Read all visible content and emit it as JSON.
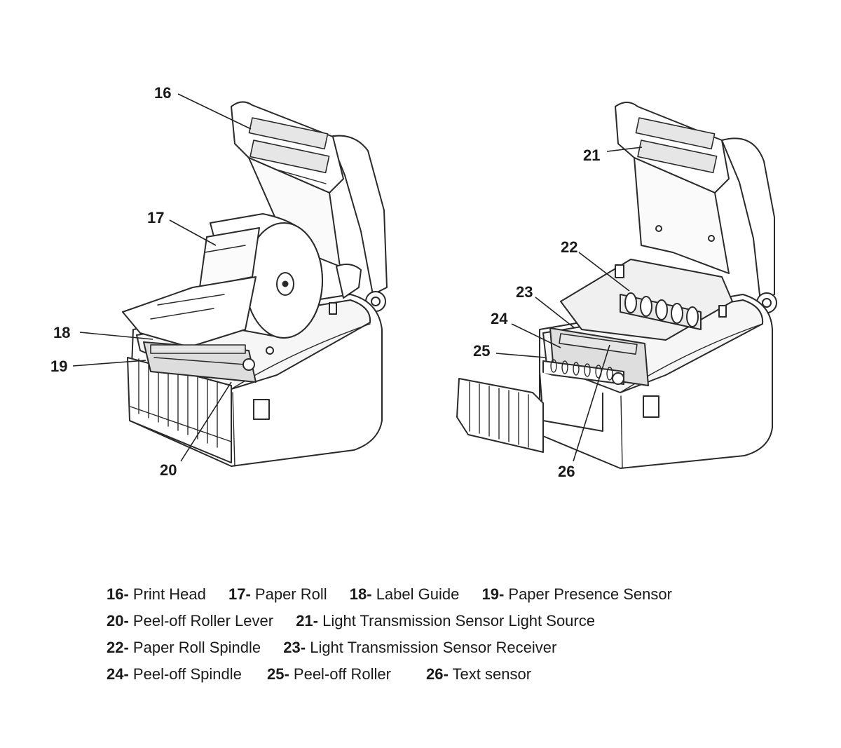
{
  "callouts": [
    {
      "n": "16"
    },
    {
      "n": "17"
    },
    {
      "n": "18"
    },
    {
      "n": "19"
    },
    {
      "n": "20"
    },
    {
      "n": "21"
    },
    {
      "n": "22"
    },
    {
      "n": "23"
    },
    {
      "n": "24"
    },
    {
      "n": "25"
    },
    {
      "n": "26"
    }
  ],
  "legend": {
    "rows": [
      [
        {
          "num": "16-",
          "label": "Print Head"
        },
        {
          "num": "17-",
          "label": "Paper Roll"
        },
        {
          "num": "18-",
          "label": "Label Guide"
        },
        {
          "num": "19-",
          "label": "Paper Presence Sensor"
        }
      ],
      [
        {
          "num": "20-",
          "label": "Peel-off Roller Lever"
        },
        {
          "num": "21-",
          "label": "Light Transmission Sensor Light Source"
        }
      ],
      [
        {
          "num": "22-",
          "label": "Paper Roll Spindle"
        },
        {
          "num": "23-",
          "label": "Light Transmission Sensor Receiver"
        }
      ],
      [
        {
          "num": "24-",
          "label": "Peel-off Spindle"
        },
        {
          "num": "25-",
          "label": "Peel-off Roller"
        },
        {
          "num": "26-",
          "label": "Text  sensor"
        }
      ]
    ]
  }
}
